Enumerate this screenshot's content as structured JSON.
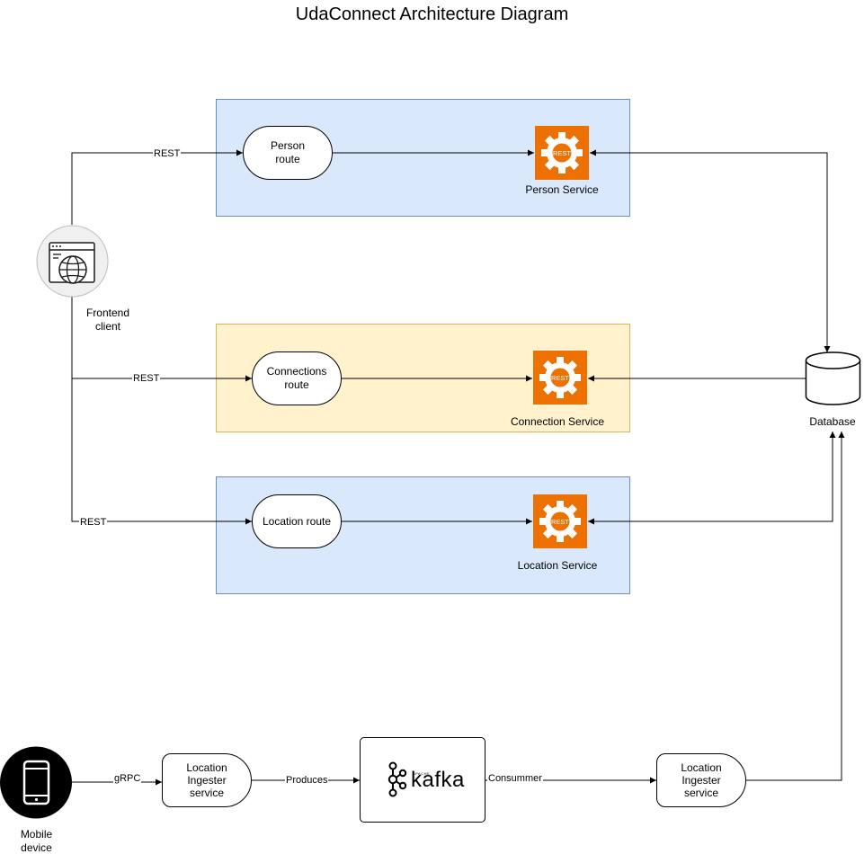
{
  "title": "UdaConnect Architecture Diagram",
  "nodes": {
    "frontend": "Frontend\nclient",
    "person_route": "Person\nroute",
    "connections_route": "Connections\nroute",
    "location_route": "Location route",
    "person_service": "Person Service",
    "connection_service": "Connection Service",
    "location_service": "Location Service",
    "database": "Database",
    "mobile": "Mobile\ndevice",
    "ingester_1": "Location\nIngester\nservice",
    "ingester_2": "Location\nIngester\nservice",
    "kafka_brand": "kafka",
    "kafka_small": "APACHE",
    "rest_badge": "REST"
  },
  "edges": {
    "rest_person": "REST",
    "rest_connections": "REST",
    "rest_location": "REST",
    "grpc": "gRPC",
    "produces": "Produces",
    "consumer": "Consummer"
  },
  "colors": {
    "blue_zone": "#dae8fc",
    "yellow_zone": "#fff2cc",
    "service_orange": "#ED7100"
  }
}
